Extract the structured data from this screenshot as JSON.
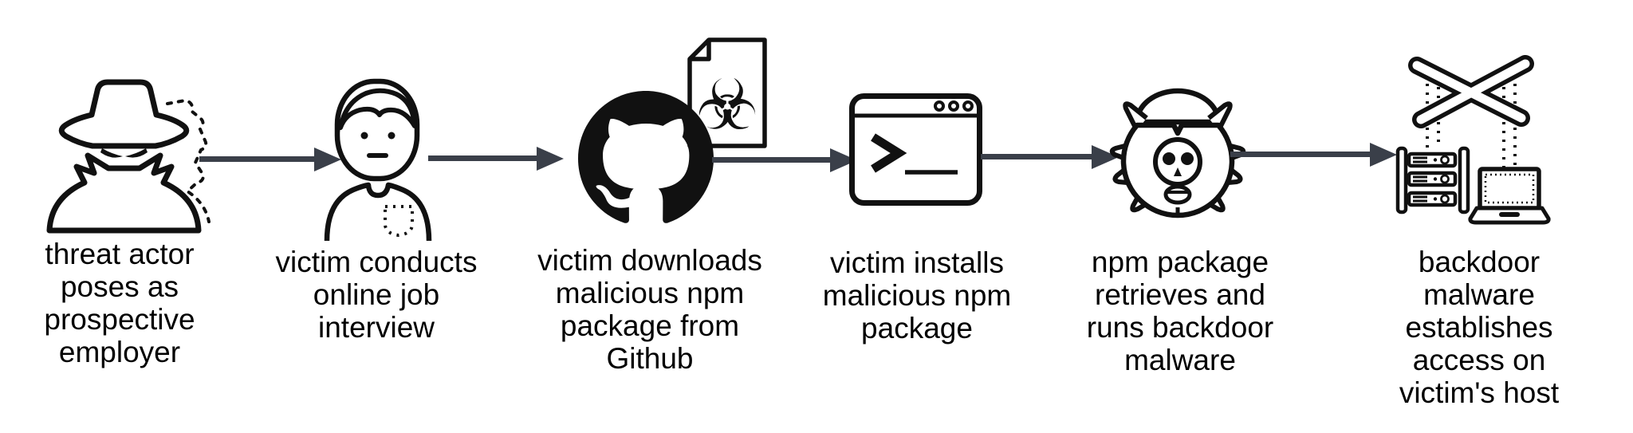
{
  "colors": {
    "background": "#ffffff",
    "icon_line": "#111111",
    "arrow": "#3a3f49",
    "text": "#000000"
  },
  "icons": {
    "biohazard_glyph": "☣"
  },
  "flow": {
    "direction": "left-to-right",
    "arrow_count": 5
  },
  "stages": [
    {
      "name": "threat-actor",
      "icons": [
        "spy-icon"
      ],
      "label": "threat actor\nposes as\nprospective\nemployer"
    },
    {
      "name": "job-interview",
      "icons": [
        "victim-person-icon"
      ],
      "label": "victim conducts\nonline job\ninterview"
    },
    {
      "name": "download-package",
      "icons": [
        "github-icon",
        "malicious-file-icon"
      ],
      "label": "victim downloads\nmalicious npm\npackage from\nGithub"
    },
    {
      "name": "install-package",
      "icons": [
        "terminal-icon"
      ],
      "label": "victim installs\nmalicious npm\npackage"
    },
    {
      "name": "run-backdoor",
      "icons": [
        "malware-bug-icon"
      ],
      "label": "npm package\nretrieves and\nruns backdoor\nmalware"
    },
    {
      "name": "establish-access",
      "icons": [
        "blocked-network-icon",
        "server-rack-icon",
        "laptop-icon"
      ],
      "label": "backdoor\nmalware\nestablishes\naccess on\nvictim's host"
    }
  ]
}
